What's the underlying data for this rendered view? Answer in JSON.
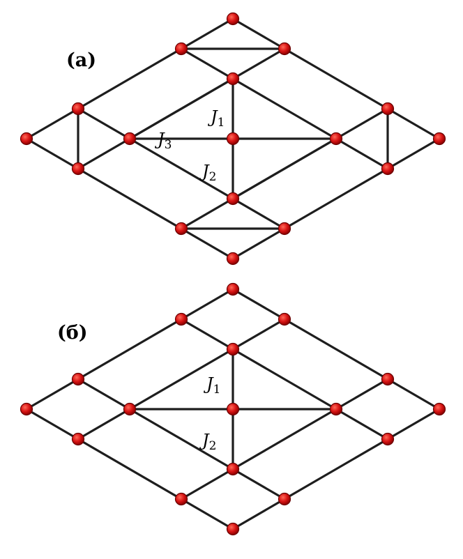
{
  "panels": [
    {
      "label": "(a)",
      "couplings": [
        {
          "symbol": "J",
          "index": "1"
        },
        {
          "symbol": "J",
          "index": "3"
        },
        {
          "symbol": "J",
          "index": "2"
        }
      ]
    },
    {
      "label": "(б)",
      "couplings": [
        {
          "symbol": "J",
          "index": "1"
        },
        {
          "symbol": "J",
          "index": "2"
        }
      ]
    }
  ],
  "colors": {
    "site_fill": "#cc1111",
    "site_highlight": "#ff6a5a",
    "bond": "#1e1e1e"
  }
}
